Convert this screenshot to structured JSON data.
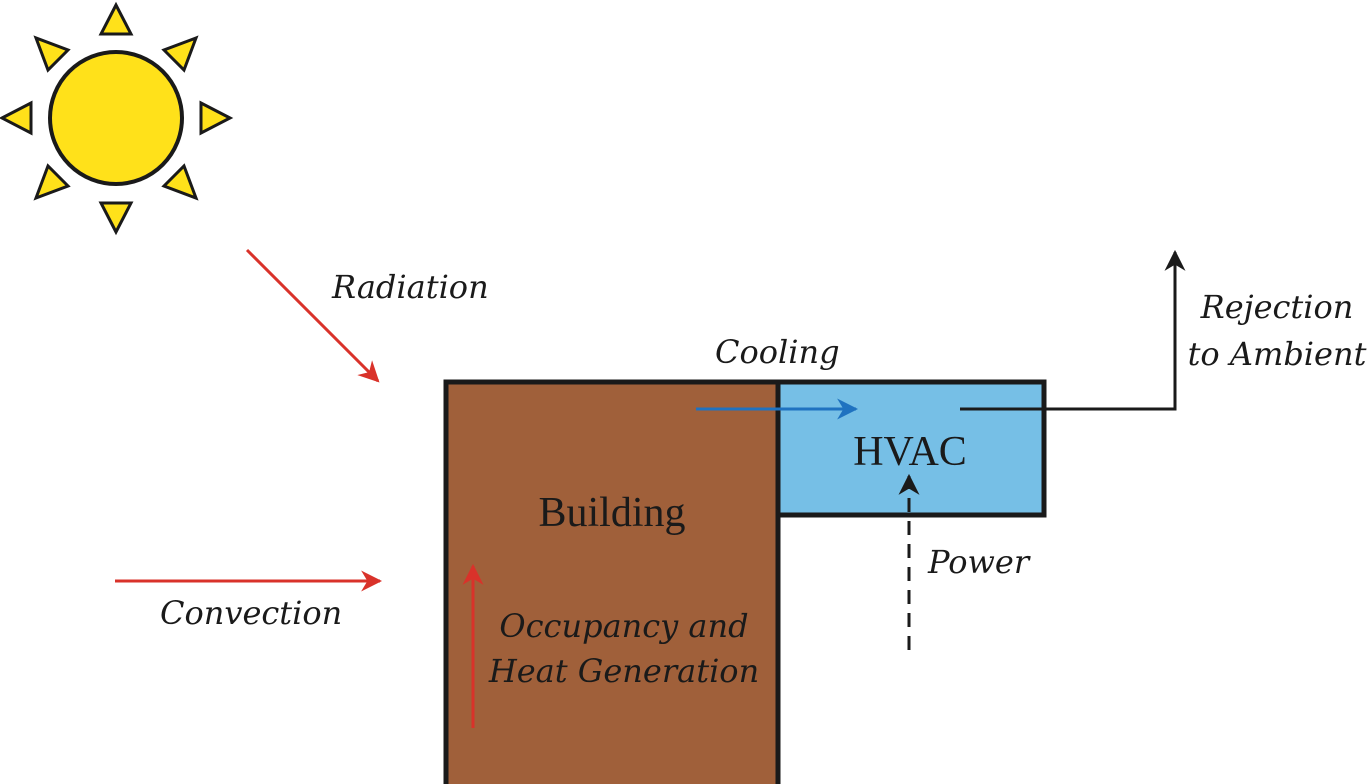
{
  "labels": {
    "radiation": "Radiation",
    "convection": "Convection",
    "cooling": "Cooling",
    "power": "Power",
    "rejection_line1": "Rejection",
    "rejection_line2": "to Ambient",
    "building": "Building",
    "hvac": "HVAC",
    "occupancy_line1": "Occupancy and",
    "occupancy_line2": "Heat Generation"
  },
  "colors": {
    "sun_fill": "#FFE11A",
    "building_fill": "#A0603A",
    "hvac_fill": "#76BFE6",
    "heat_arrow": "#D9322A",
    "cooling_arrow": "#1F72C0",
    "outline": "#1a1a1a"
  },
  "icons": {
    "sun": "sun-icon"
  }
}
